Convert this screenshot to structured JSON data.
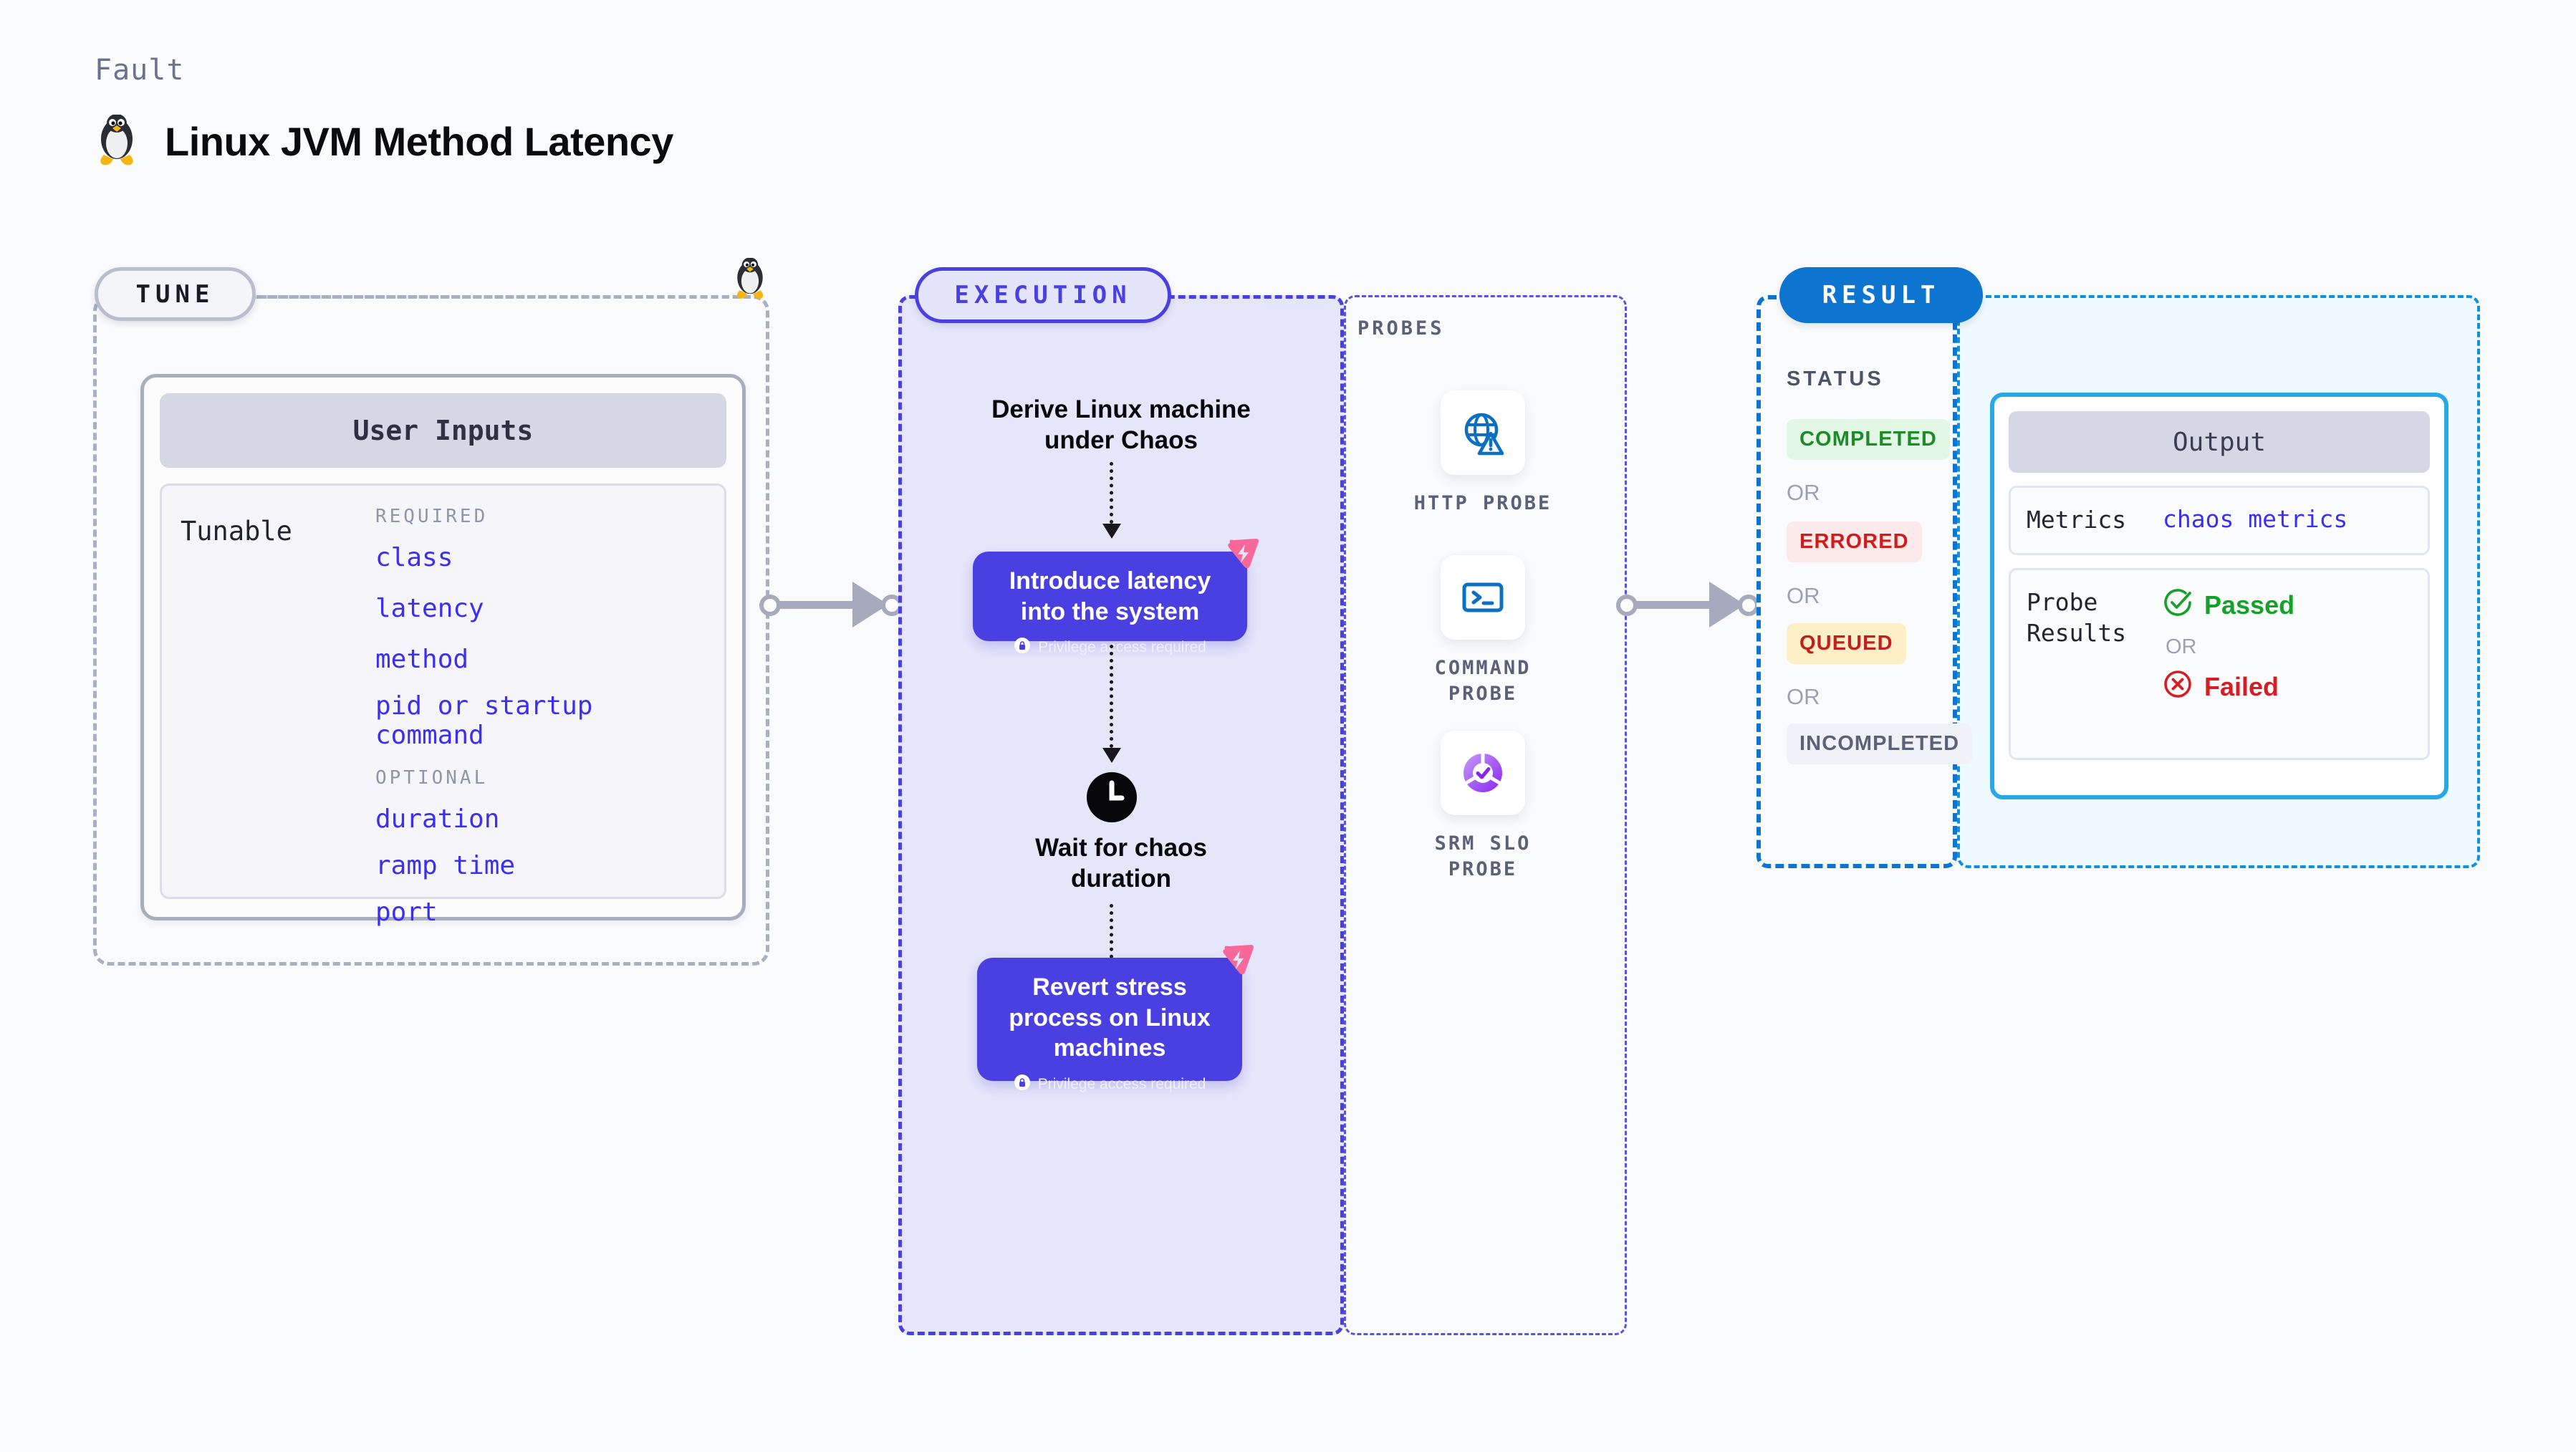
{
  "header": {
    "eyebrow": "Fault",
    "title": "Linux JVM Method Latency",
    "icon": "linux-penguin-icon"
  },
  "tune": {
    "pill_label": "TUNE",
    "card_title": "User Inputs",
    "tunable_label": "Tunable",
    "groups": [
      {
        "title": "REQUIRED",
        "items": [
          "class",
          "latency",
          "method",
          "pid or startup command"
        ]
      },
      {
        "title": "OPTIONAL",
        "items": [
          "duration",
          "ramp time",
          "port"
        ]
      }
    ]
  },
  "execution": {
    "pill_label": "EXECUTION",
    "steps": [
      {
        "kind": "text",
        "label": "Derive Linux machine\nunder Chaos"
      },
      {
        "kind": "box",
        "label": "Introduce latency\ninto the system",
        "note": "Privilege access required",
        "badge": "chaos-bolt-icon"
      },
      {
        "kind": "wait",
        "label": "Wait for chaos\nduration",
        "icon": "clock-icon"
      },
      {
        "kind": "box",
        "label": "Revert stress\nprocess on Linux\nmachines",
        "note": "Privilege access required",
        "badge": "chaos-bolt-icon"
      }
    ]
  },
  "probes": {
    "title": "PROBES",
    "items": [
      {
        "label": "HTTP  PROBE",
        "icon": "globe-warning-icon"
      },
      {
        "label": "COMMAND\nPROBE",
        "icon": "terminal-icon"
      },
      {
        "label": "SRM  SLO\nPROBE",
        "icon": "slo-check-icon"
      }
    ]
  },
  "result": {
    "pill_label": "RESULT",
    "status_title": "STATUS",
    "or_label": "OR",
    "statuses": [
      {
        "label": "COMPLETED",
        "color": "#1f8a2a",
        "bg": "#e2f7e4"
      },
      {
        "label": "ERRORED",
        "color": "#cf1d1d",
        "bg": "#fdeaea"
      },
      {
        "label": "QUEUED",
        "color": "#c41f1f",
        "bg": "#fdf0c8"
      },
      {
        "label": "INCOMPLETED",
        "color": "#5b6179",
        "bg": "#f1f2f7"
      }
    ]
  },
  "output": {
    "card_title": "Output",
    "metrics_key": "Metrics",
    "metrics_value": "chaos metrics",
    "probe_results_key": "Probe\nResults",
    "passed_label": "Passed",
    "failed_label": "Failed",
    "or_label": "OR",
    "passed_color": "#17a12a",
    "failed_color": "#d71d24"
  },
  "colors": {
    "accent_purple": "#4a3fe0",
    "accent_blue": "#0d74cf",
    "tune_border": "#a9b0c2",
    "pink": "#f8699a"
  }
}
